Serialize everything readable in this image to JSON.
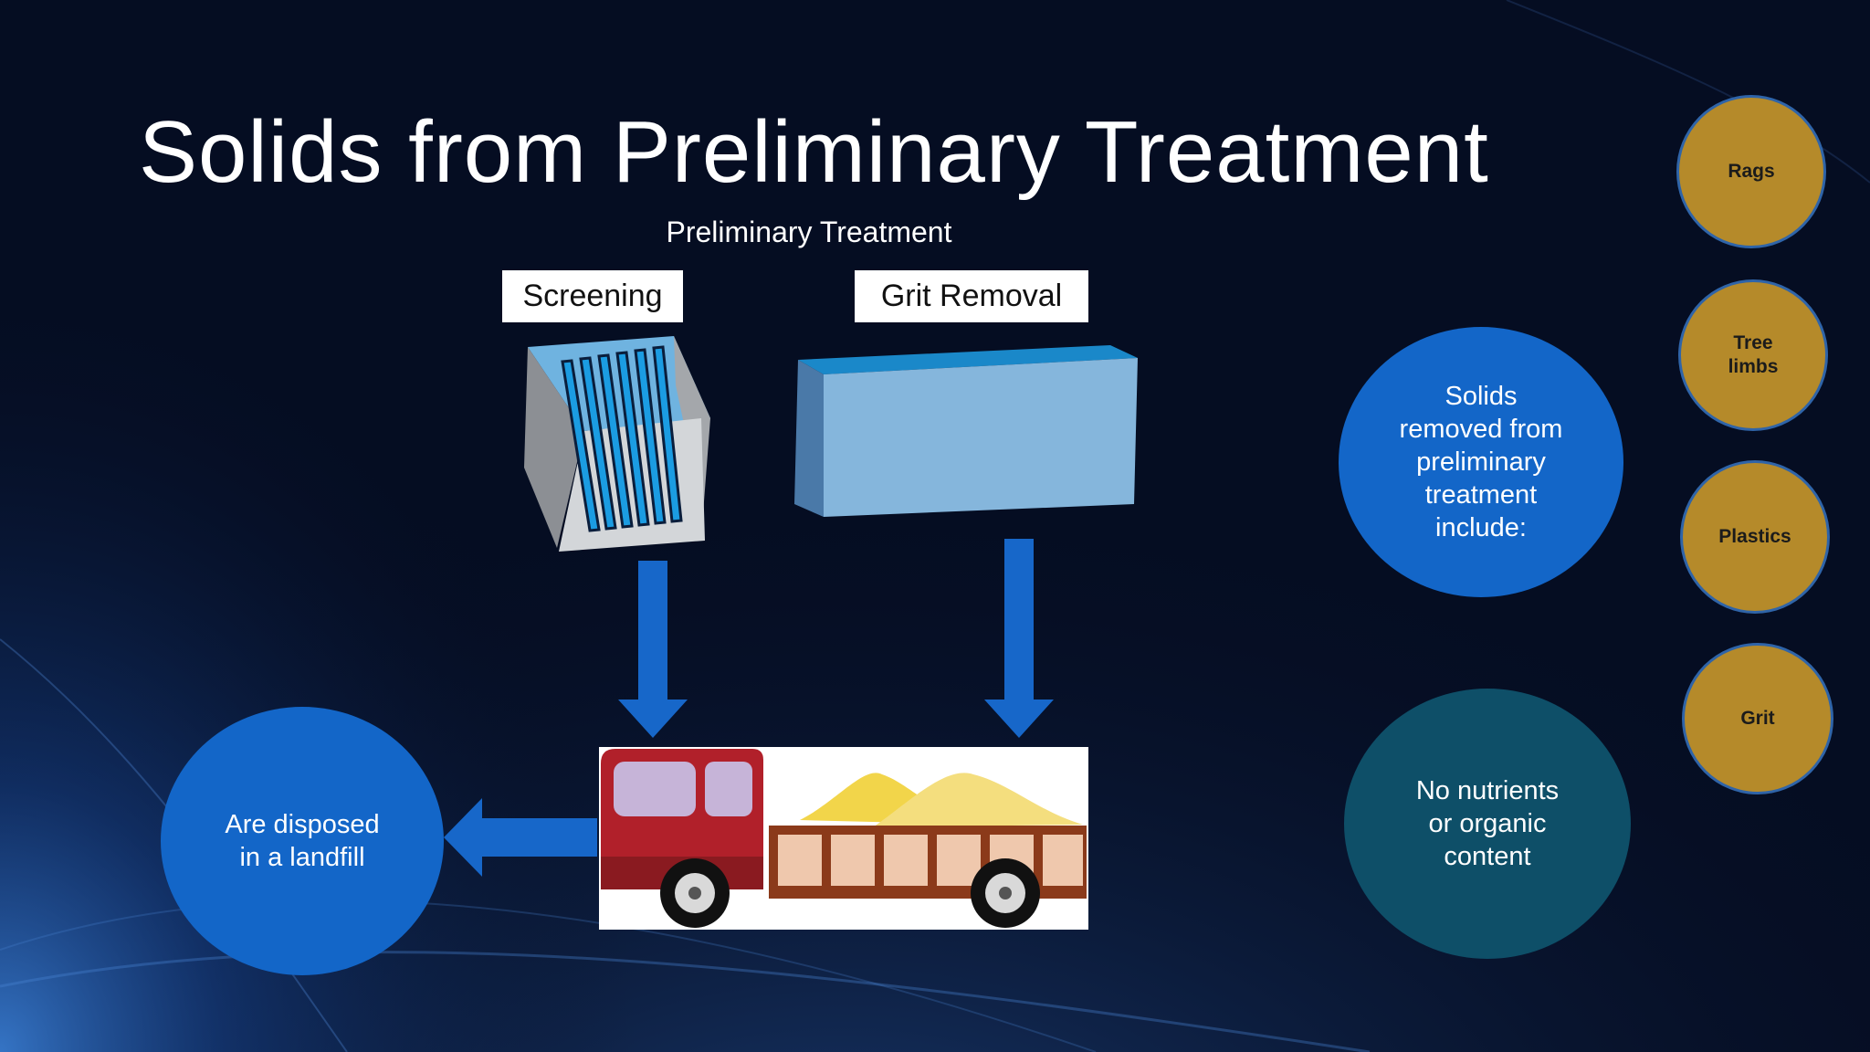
{
  "slide": {
    "title": "Solids from Preliminary Treatment",
    "subtitle": "Preliminary Treatment"
  },
  "labels": {
    "screening": "Screening",
    "grit_removal": "Grit Removal"
  },
  "circles": {
    "disposal": "Are disposed\nin a landfill",
    "solids_include": "Solids\nremoved from\npreliminary\ntreatment\ninclude:",
    "no_nutrients": "No nutrients\nor organic\ncontent"
  },
  "solids_list": [
    "Rags",
    "Tree\nlimbs",
    "Plastics",
    "Grit"
  ],
  "colors": {
    "background": "#050d22",
    "circle_blue": "#1366c8",
    "circle_teal": "#0e4f68",
    "gold": "#b58a2a",
    "arrow": "#1767c9"
  }
}
